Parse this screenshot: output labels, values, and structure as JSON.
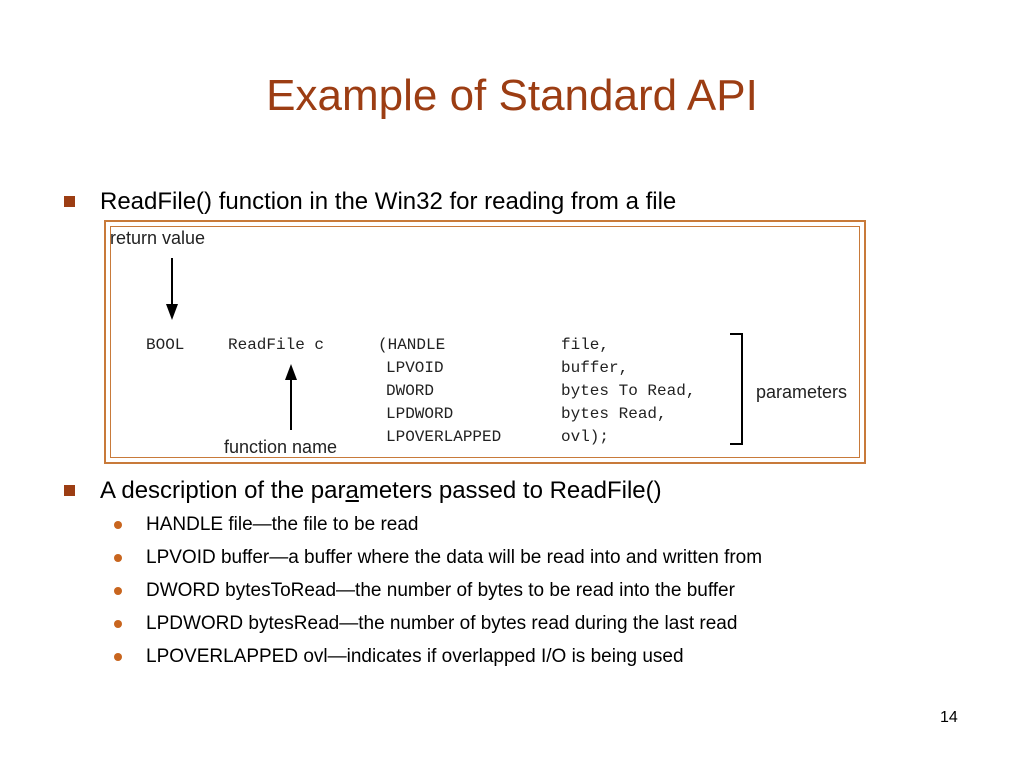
{
  "title": "Example of Standard API",
  "bullets": [
    {
      "text": "ReadFile() function in the Win32 for reading from a file"
    },
    {
      "text_before": "A description of the par",
      "text_underlined": "a",
      "text_after": "meters passed to ReadFile()",
      "sub_items": [
        "HANDLE file—the file to be read",
        "LPVOID buffer—a buffer where the data will be read into and written from",
        "DWORD bytesToRead—the number of bytes to be read into the buffer",
        "LPDWORD bytesRead—the number of bytes read during the last read",
        "LPOVERLAPPED ovl—indicates if overlapped I/O is being used"
      ]
    }
  ],
  "figure": {
    "return_value_label": "return value",
    "function_name_label": "function name",
    "parameters_label": "parameters",
    "return_type": "BOOL",
    "function_name": "ReadFile c",
    "param_types": [
      "(HANDLE",
      "LPVOID",
      "DWORD",
      "LPDWORD",
      "LPOVERLAPPED"
    ],
    "param_names": [
      "file,",
      "buffer,",
      "bytes To Read,",
      "bytes Read,",
      "ovl);"
    ]
  },
  "page_number": "14",
  "colors": {
    "title": "#9c3d13",
    "square_bullet": "#9c3d13",
    "round_bullet": "#c8651e",
    "figure_border": "#c87a3a"
  },
  "icons": {
    "level1_marker": "square-bullet-icon",
    "level2_marker": "round-bullet-icon",
    "return_arrow": "down-arrow-icon",
    "function_arrow": "up-arrow-icon",
    "parameters_bracket": "right-bracket-icon"
  }
}
